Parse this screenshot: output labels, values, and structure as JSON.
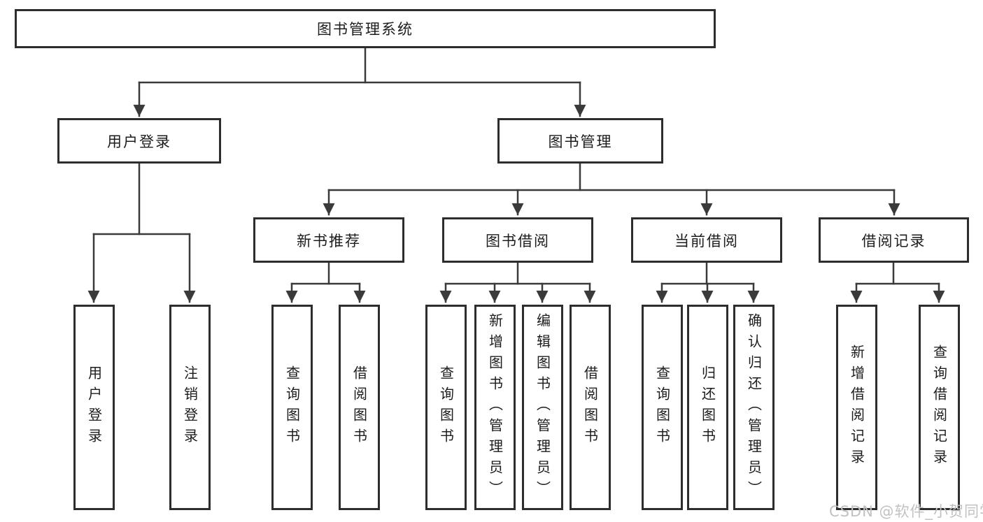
{
  "diagram": {
    "root": {
      "label": "图书管理系统"
    },
    "branches": [
      {
        "label": "用户登录",
        "children": [
          {
            "label": "用户登录"
          },
          {
            "label": "注销登录"
          }
        ]
      },
      {
        "label": "图书管理",
        "children": [
          {
            "label": "新书推荐",
            "children": [
              {
                "label": "查询图书"
              },
              {
                "label": "借阅图书"
              }
            ]
          },
          {
            "label": "图书借阅",
            "children": [
              {
                "label": "查询图书"
              },
              {
                "label": "新增图书（管理员）"
              },
              {
                "label": "编辑图书（管理员）"
              },
              {
                "label": "借阅图书"
              }
            ]
          },
          {
            "label": "当前借阅",
            "children": [
              {
                "label": "查询图书"
              },
              {
                "label": "归还图书"
              },
              {
                "label": "确认归还（管理员）"
              }
            ]
          },
          {
            "label": "借阅记录",
            "children": [
              {
                "label": "新增借阅记录"
              },
              {
                "label": "查询借阅记录"
              }
            ]
          }
        ]
      }
    ]
  },
  "watermark": {
    "text": "CSDN @软件_小贺同学"
  },
  "colors": {
    "line": "#3a3a3a",
    "box_border": "#2d2d2d",
    "text": "#1c1c1c",
    "watermark": "#c3c0c0",
    "background": "#ffffff"
  }
}
